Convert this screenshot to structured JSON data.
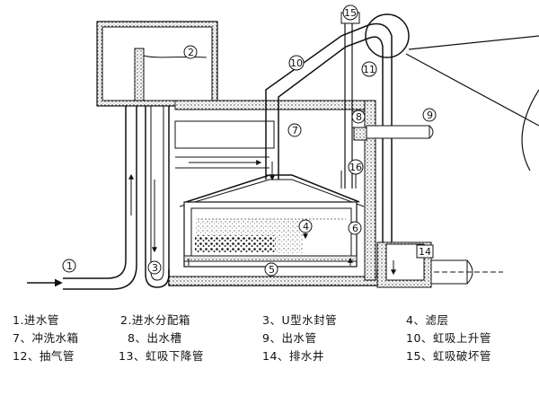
{
  "callouts": {
    "n1": "1",
    "n2": "2",
    "n3": "3",
    "n4": "4",
    "n5": "5",
    "n6": "6",
    "n7": "7",
    "n8": "8",
    "n9": "9",
    "n10": "10",
    "n11": "11",
    "n14": "14",
    "n15": "15",
    "n16": "16"
  },
  "legend": [
    [
      "1.进水管",
      "2.进水分配箱",
      "3、U型水封管",
      "4、滤层"
    ],
    [
      "7、冲洗水箱",
      "8、出水槽",
      "9、出水管",
      "10、虹吸上升管"
    ],
    [
      "12、抽气管",
      "13、虹吸下降管",
      "14、排水井",
      "15、虹吸破坏管"
    ]
  ]
}
